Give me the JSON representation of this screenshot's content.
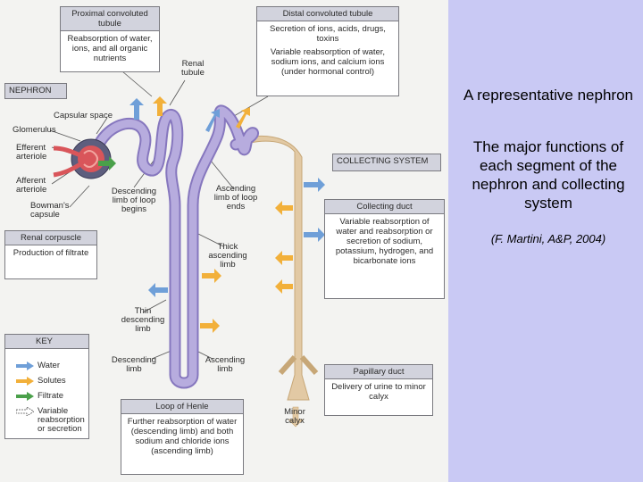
{
  "side": {
    "title": "A representative nephron",
    "subtitle": "The major functions of each segment of the nephron and collecting system",
    "citation": "(F. Martini, A&P, 2004)"
  },
  "figure": {
    "pct": {
      "title": "Proximal convoluted tubule",
      "text": "Reabsorption of water, ions, and all organic nutrients"
    },
    "dct": {
      "title": "Distal convoluted tubule",
      "text1": "Secretion of ions, acids, drugs, toxins",
      "text2": "Variable reabsorption of water, sodium ions, and calcium ions (under hormonal control)"
    },
    "nephron_tag": "NEPHRON",
    "collecting_tag": "COLLECTING SYSTEM",
    "renal_corpuscle": {
      "title": "Renal corpuscle",
      "text": "Production of filtrate"
    },
    "collecting_duct": {
      "title": "Collecting duct",
      "text": "Variable reabsorption of water and reabsorption or secretion of sodium, potassium, hydrogen, and bicarbonate ions"
    },
    "papillary_duct": {
      "title": "Papillary duct",
      "text": "Delivery of urine to minor calyx"
    },
    "loop": {
      "title": "Loop of Henle",
      "text": "Further reabsorption of water (descending limb) and both sodium and chloride ions (ascending limb)"
    },
    "key": {
      "title": "KEY",
      "items": [
        "Water",
        "Solutes",
        "Filtrate",
        "Variable reabsorption or secretion"
      ]
    },
    "labels": {
      "renal_tubule": "Renal tubule",
      "capsular_space": "Capsular space",
      "glomerulus": "Glomerulus",
      "efferent": "Efferent arteriole",
      "afferent": "Afferent arteriole",
      "bowmans": "Bowman's capsule",
      "desc_begins": "Descending limb of loop begins",
      "asc_ends": "Ascending limb of loop ends",
      "thick_asc": "Thick ascending limb",
      "thin_desc": "Thin descending limb",
      "desc_limb": "Descending limb",
      "asc_limb": "Ascending limb",
      "minor_calyx": "Minor calyx"
    },
    "colors": {
      "tubule": "#a79bd3",
      "collecting": "#e2c9a4",
      "water": "#6f9fd8",
      "solutes": "#f2b03a",
      "filtrate": "#4aa04a",
      "glomerulus": "#d9555a"
    }
  }
}
